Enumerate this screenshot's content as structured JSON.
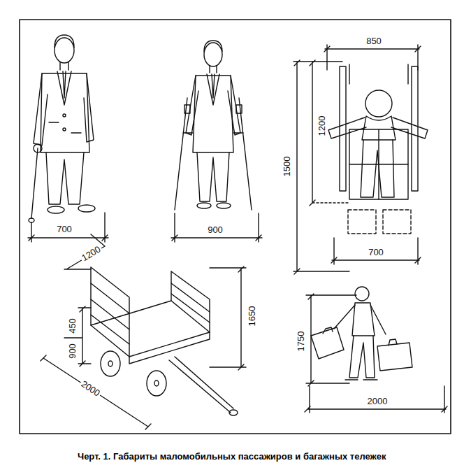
{
  "diagram": {
    "caption": "Черт. 1. Габариты маломобильных пассажиров и багажных тележек",
    "labels": [
      "700",
      "900",
      "850",
      "1200",
      "1500",
      "700",
      "1200",
      "450",
      "900",
      "1650",
      "2000",
      "1750",
      "2000"
    ]
  }
}
